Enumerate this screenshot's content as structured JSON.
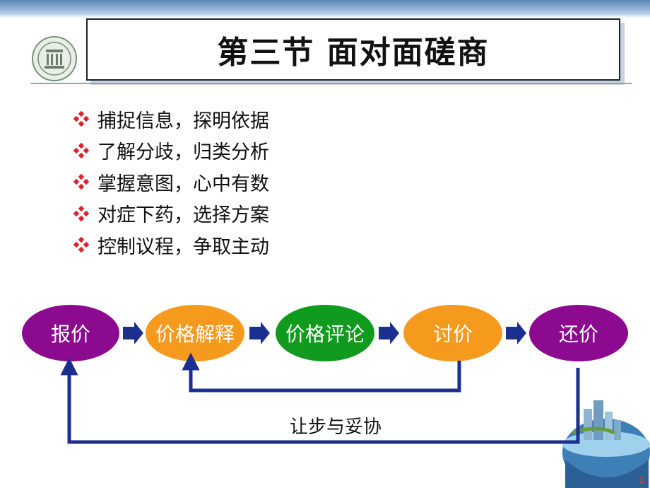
{
  "slide": {
    "title": "第三节  面对面磋商",
    "page_number": "1"
  },
  "bullets": [
    "捕捉信息，探明依据",
    "了解分歧，归类分析",
    "掌握意图，心中有数",
    "对症下药，选择方案",
    "控制议程，争取主动"
  ],
  "flow": {
    "nodes": [
      {
        "label": "报价",
        "color": "#8b0a8f"
      },
      {
        "label": "价格解释",
        "color": "#f59a1c"
      },
      {
        "label": "价格评论",
        "color": "#109a1e"
      },
      {
        "label": "讨价",
        "color": "#f59a1c"
      },
      {
        "label": "还价",
        "color": "#8b0a8f"
      }
    ],
    "loop_label": "让步与妥协",
    "arrow_color": "#1a2f8f"
  },
  "colors": {
    "bullet": "#e0202a",
    "band": "#6f97c6",
    "outline": "#1a2f8f"
  },
  "icons": [
    "university-logo-icon",
    "diamond-bullet-icon",
    "globe-city-icon"
  ]
}
